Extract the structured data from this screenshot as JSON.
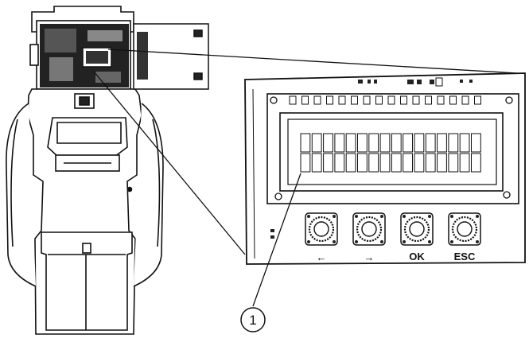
{
  "callout": {
    "number": "1"
  },
  "display": {
    "columns": 16,
    "rows": 2
  },
  "buttons": [
    {
      "name": "left",
      "label": "←",
      "icon": "arrow-left-icon"
    },
    {
      "name": "right",
      "label": "→",
      "icon": "arrow-right-icon"
    },
    {
      "name": "ok",
      "label": "OK",
      "icon": ""
    },
    {
      "name": "esc",
      "label": "ESC",
      "icon": ""
    }
  ]
}
